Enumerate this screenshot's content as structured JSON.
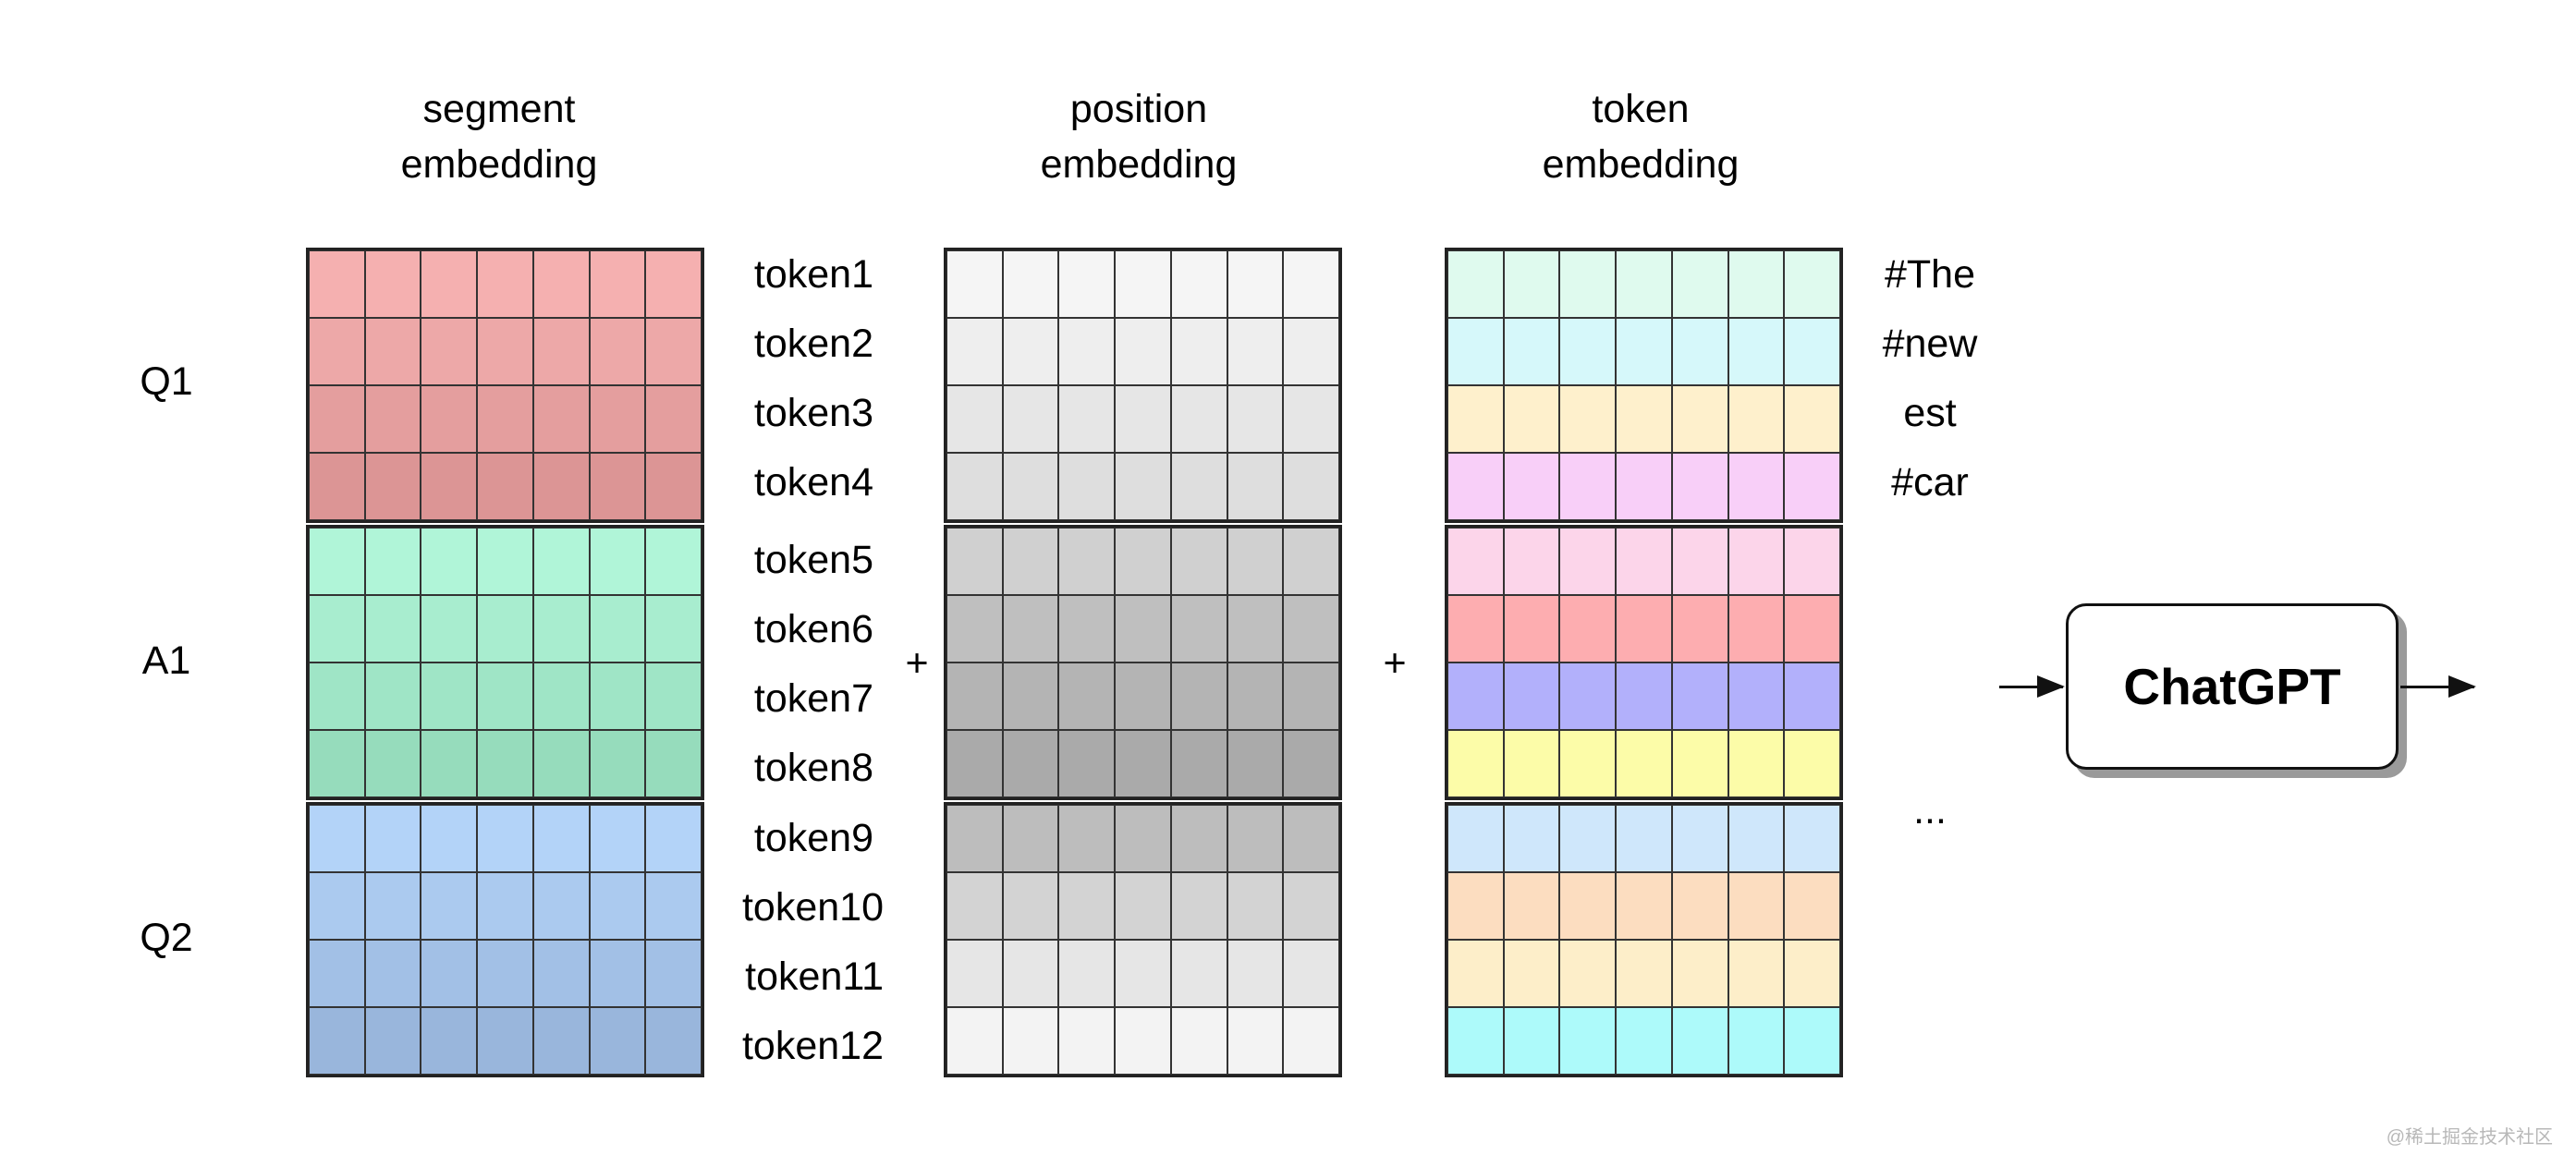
{
  "headings": {
    "segment": [
      "segment",
      "embedding"
    ],
    "position": [
      "position",
      "embedding"
    ],
    "token": [
      "token",
      "embedding"
    ]
  },
  "segments": [
    "Q1",
    "A1",
    "Q2"
  ],
  "tokens": [
    "token1",
    "token2",
    "token3",
    "token4",
    "token5",
    "token6",
    "token7",
    "token8",
    "token9",
    "token10",
    "token11",
    "token12"
  ],
  "words": [
    "#The",
    "#new",
    "est",
    "#car"
  ],
  "ellipsis": "...",
  "operators": {
    "plus": "+"
  },
  "model": {
    "label": "ChatGPT"
  },
  "watermark": "@稀土掘金技术社区",
  "colors": {
    "segment_rows": [
      "#f5b0b0",
      "#eda8a8",
      "#e49e9e",
      "#dc9595",
      "#b0f5d8",
      "#a8edcf",
      "#9fe5c6",
      "#96dcbc",
      "#b3d3f8",
      "#abcaef",
      "#a2c0e6",
      "#99b6dc"
    ],
    "position_rows": [
      "#f5f5f5",
      "#eeeeee",
      "#e6e6e6",
      "#dedede",
      "#d0d0d0",
      "#bfbfbf",
      "#b4b4b4",
      "#aaaaaa",
      "#bdbdbd",
      "#d3d3d3",
      "#e6e6e6",
      "#f3f3f3"
    ],
    "token_rows": [
      "#dffaee",
      "#d6f8fa",
      "#fef0cc",
      "#f8cff8",
      "#fcd5ea",
      "#fdadb0",
      "#b2b0fb",
      "#fcfca8",
      "#cfe7fb",
      "#fcddc0",
      "#fdeec9",
      "#adfafa"
    ]
  }
}
